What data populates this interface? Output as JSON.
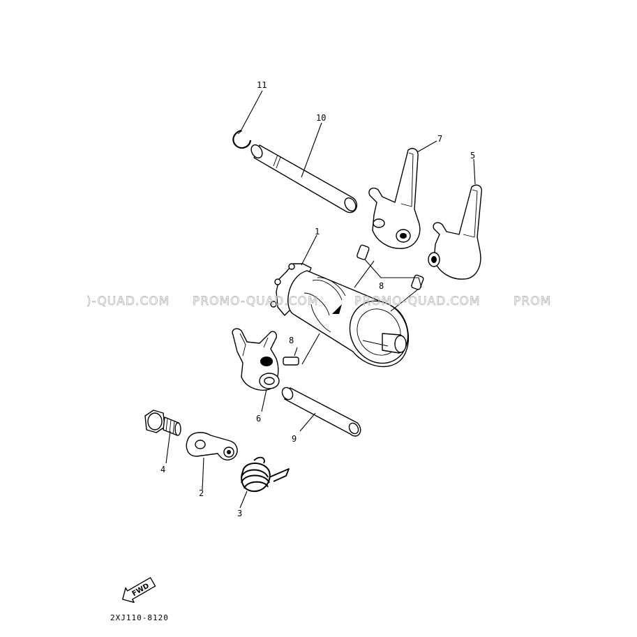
{
  "callouts": {
    "c1": "1",
    "c2": "2",
    "c3": "3",
    "c4": "4",
    "c5": "5",
    "c6": "6",
    "c7": "7",
    "c8a": "8",
    "c8b": "8",
    "c9": "9",
    "c10": "10",
    "c11": "11"
  },
  "watermark": {
    "w1": ")-QUAD.COM",
    "w2": "PROMO-QUAD.COM",
    "w3": "PROMO-QUAD.COM",
    "w4": "PROM"
  },
  "direction_badge": "FWD",
  "diagram_code": "2XJ110-8120"
}
